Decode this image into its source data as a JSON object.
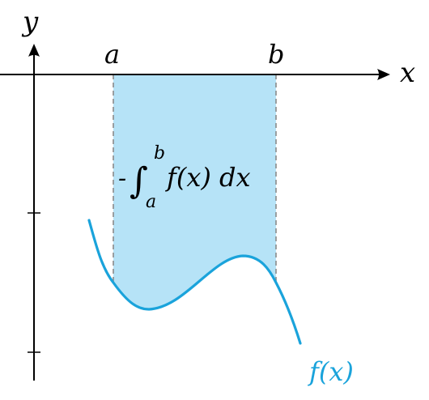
{
  "labels": {
    "x_axis": "x",
    "y_axis": "y",
    "a": "a",
    "b": "b",
    "curve": "f(x)"
  },
  "integral": {
    "sign": "-",
    "symbol": "∫",
    "upper": "b",
    "lower": "a",
    "integrand": "f(x) dx"
  },
  "colors": {
    "shade": "#b6e3f7",
    "curve": "#1aa3db",
    "axis": "#000000",
    "dash": "#8a8a8a"
  }
}
